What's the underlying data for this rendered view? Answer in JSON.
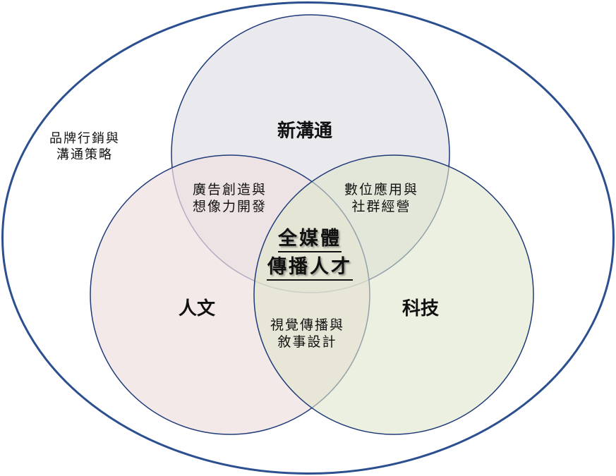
{
  "outer": {
    "label_line1": "品牌行銷與",
    "label_line2": "溝通策略"
  },
  "circles": {
    "top": {
      "label": "新溝通",
      "fill": "#e9e9ee"
    },
    "left": {
      "label": "人文",
      "fill": "#f3e7e7"
    },
    "right": {
      "label": "科技",
      "fill": "#e7ecda"
    }
  },
  "overlaps": {
    "top_left": {
      "line1": "廣告創造與",
      "line2": "想像力開發"
    },
    "top_right": {
      "line1": "數位應用與",
      "line2": "社群經營"
    },
    "left_right": {
      "line1": "視覺傳播與",
      "line2": "敘事設計"
    }
  },
  "center": {
    "line1": "全媒體",
    "line2": "傳播人才"
  },
  "stroke_color": "#1f3b78"
}
